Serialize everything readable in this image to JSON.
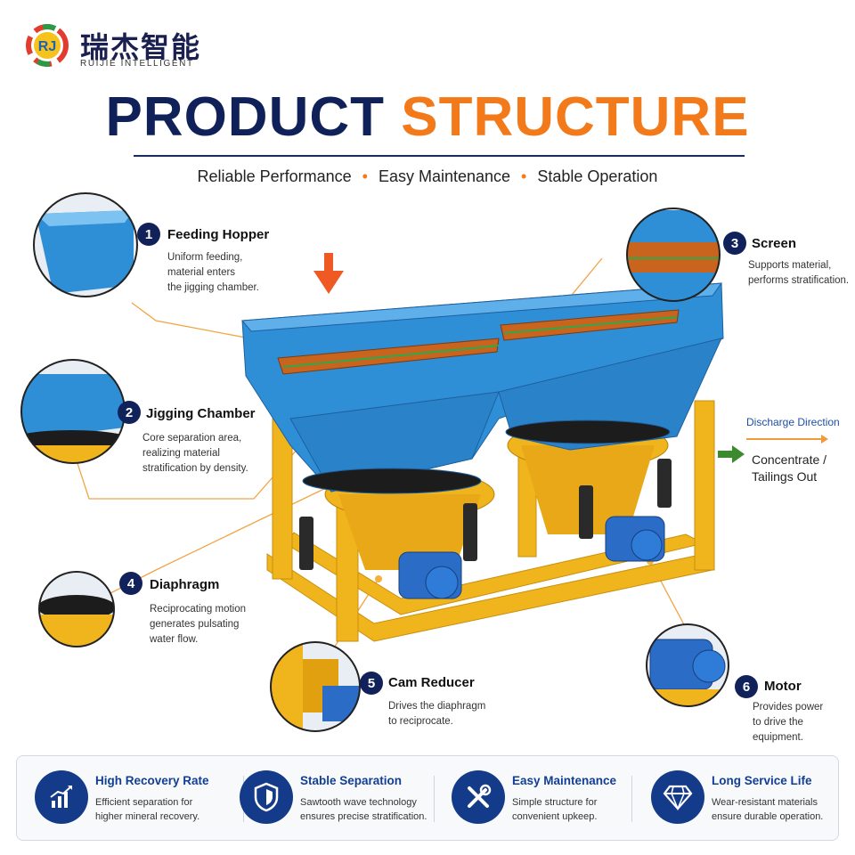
{
  "brand": {
    "logo_text": "RJ",
    "name_cn": "瑞杰智能",
    "name_en": "RUIJIE INTELLIGENT"
  },
  "title": {
    "part1": "PRODUCT",
    "part2": "STRUCTURE"
  },
  "subtitle": {
    "items": [
      "Reliable Performance",
      "Easy Maintenance",
      "Stable Operation"
    ],
    "separator": "•"
  },
  "callouts": [
    {
      "number": "1",
      "title": "Feeding Hopper",
      "desc": [
        "Uniform feeding,",
        "material enters",
        "the jigging chamber."
      ]
    },
    {
      "number": "2",
      "title": "Jigging Chamber",
      "desc": [
        "Core separation area,",
        "realizing material",
        "stratification by density."
      ]
    },
    {
      "number": "3",
      "title": "Screen",
      "desc": [
        "Supports material,",
        "performs stratification."
      ]
    },
    {
      "number": "4",
      "title": "Diaphragm",
      "desc": [
        "Reciprocating motion",
        "generates pulsating",
        "water flow."
      ]
    },
    {
      "number": "5",
      "title": "Cam Reducer",
      "desc": [
        "Drives the diaphragm",
        "to reciprocate."
      ]
    },
    {
      "number": "6",
      "title": "Motor",
      "desc": [
        "Provides power",
        "to drive the",
        "equipment."
      ]
    }
  ],
  "discharge": {
    "title": "Discharge Direction",
    "lines": [
      "Concentrate /",
      "Tailings Out"
    ]
  },
  "features": [
    {
      "icon": "chart-growth-icon",
      "title": "High Recovery Rate",
      "desc": [
        "Efficient separation for",
        "higher mineral recovery."
      ]
    },
    {
      "icon": "shield-icon",
      "title": "Stable Separation",
      "desc": [
        "Sawtooth wave technology",
        "ensures precise stratification."
      ]
    },
    {
      "icon": "tools-icon",
      "title": "Easy Maintenance",
      "desc": [
        "Simple structure for",
        "convenient upkeep."
      ]
    },
    {
      "icon": "diamond-icon",
      "title": "Long Service Life",
      "desc": [
        "Wear-resistant materials",
        "ensure durable operation."
      ]
    }
  ],
  "colors": {
    "navy": "#0f2158",
    "orange": "#f27a1a",
    "machine_blue": "#2f8fd6",
    "frame_yellow": "#f0b41c",
    "feature_blue": "#143a8a"
  }
}
